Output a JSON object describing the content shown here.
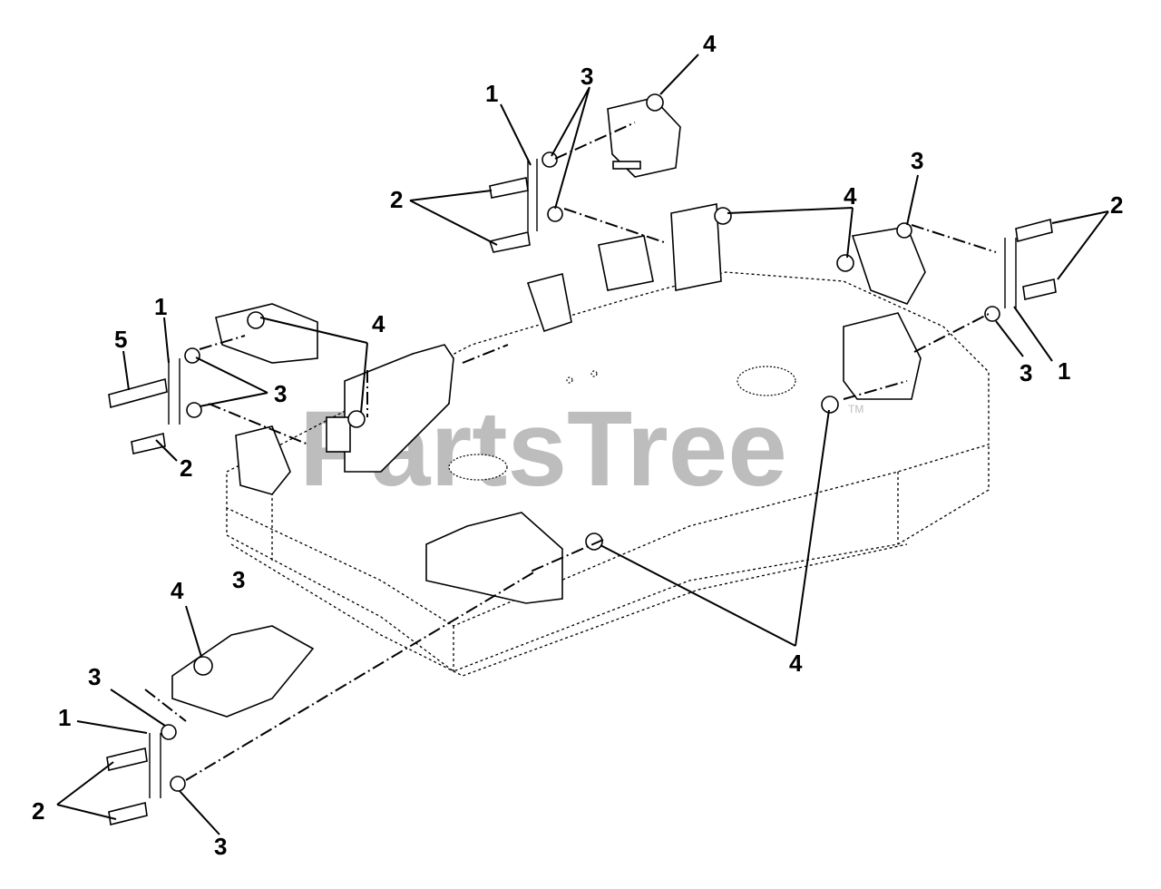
{
  "watermark": {
    "text": "PartsTree",
    "trademark": "TM"
  },
  "callouts": [
    {
      "id": "c1",
      "label": "1"
    },
    {
      "id": "c2",
      "label": "3"
    },
    {
      "id": "c3",
      "label": "4"
    },
    {
      "id": "c4",
      "label": "2"
    },
    {
      "id": "c5",
      "label": "3"
    },
    {
      "id": "c6",
      "label": "4"
    },
    {
      "id": "c7",
      "label": "2"
    },
    {
      "id": "c8",
      "label": "1"
    },
    {
      "id": "c9",
      "label": "3"
    },
    {
      "id": "c10",
      "label": "1"
    },
    {
      "id": "c11",
      "label": "5"
    },
    {
      "id": "c12",
      "label": "4"
    },
    {
      "id": "c13",
      "label": "3"
    },
    {
      "id": "c14",
      "label": "2"
    },
    {
      "id": "c15",
      "label": "3"
    },
    {
      "id": "c16",
      "label": "4"
    },
    {
      "id": "c17",
      "label": "4"
    },
    {
      "id": "c18",
      "label": "3"
    },
    {
      "id": "c19",
      "label": "1"
    },
    {
      "id": "c20",
      "label": "2"
    },
    {
      "id": "c21",
      "label": "3"
    }
  ]
}
